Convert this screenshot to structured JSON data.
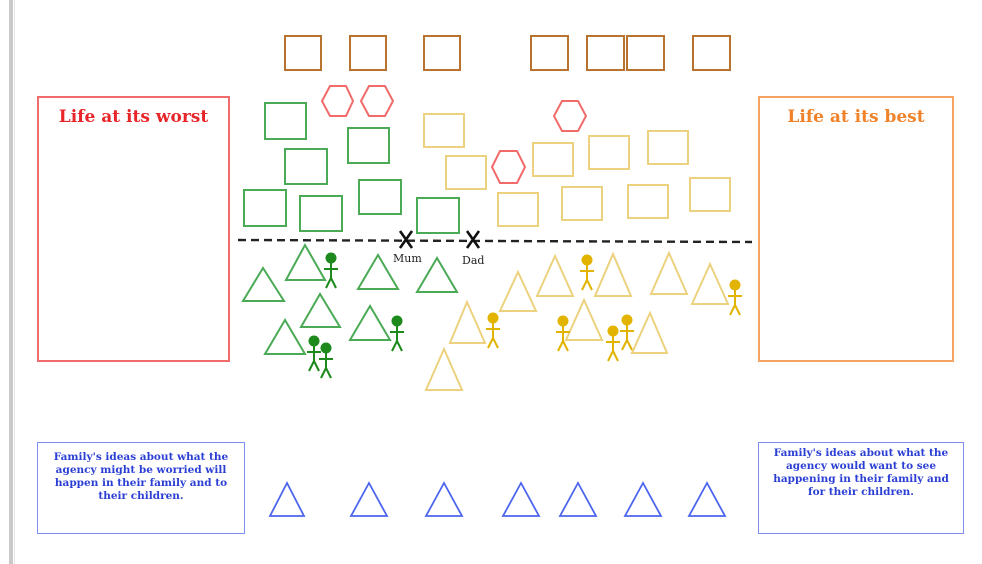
{
  "panels": {
    "worst_title": "Life at its worst",
    "best_title": "Life at its best"
  },
  "notes": {
    "worried": "Family's ideas about what the agency might be worried will happen in their family and to their children.",
    "want": "Family's ideas about what the agency would want to see happening in their family and for their children."
  },
  "markers": {
    "mum": "Mum",
    "dad": "Dad"
  },
  "colors": {
    "worst": "#e8262a",
    "best": "#f0822a",
    "green": "#3fa34d",
    "yellow": "#e7c96b",
    "red_hexagon": "#f26a6a",
    "brown_square": "#b06a2a",
    "blue": "#3a56e6",
    "figure_green": "#1e8a1e",
    "figure_yellow": "#e2b400"
  }
}
